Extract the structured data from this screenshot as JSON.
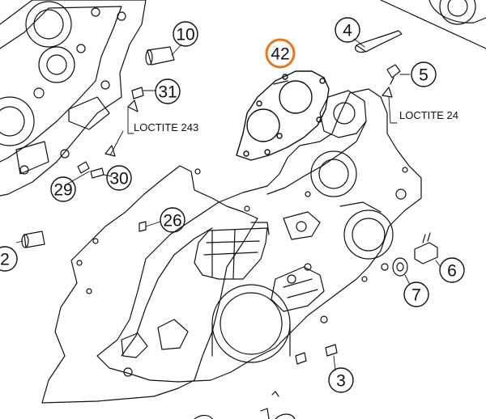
{
  "callouts": [
    {
      "id": "10",
      "label": "10"
    },
    {
      "id": "4",
      "label": "4"
    },
    {
      "id": "42",
      "label": "42",
      "highlighted": true
    },
    {
      "id": "5",
      "label": "5"
    },
    {
      "id": "31",
      "label": "31"
    },
    {
      "id": "29",
      "label": "29"
    },
    {
      "id": "30",
      "label": "30"
    },
    {
      "id": "26",
      "label": "26"
    },
    {
      "id": "2",
      "label": "2"
    },
    {
      "id": "6",
      "label": "6"
    },
    {
      "id": "7",
      "label": "7"
    },
    {
      "id": "3",
      "label": "3"
    }
  ],
  "notes": {
    "loctite_left": "LOCTITE 243",
    "loctite_right": "LOCTITE 24"
  },
  "colors": {
    "line": "#111111",
    "highlight": "#e8761e",
    "background": "#ffffff"
  }
}
